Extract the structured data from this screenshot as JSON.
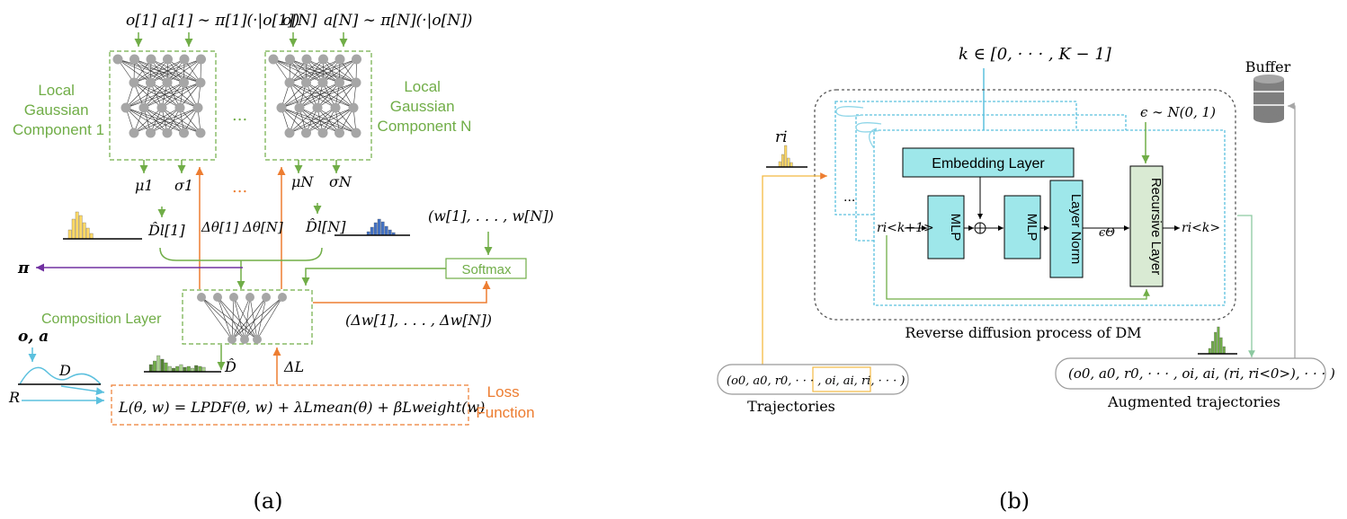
{
  "panel_a": {
    "caption": "(a)",
    "top_labels": {
      "o1": "o[1]",
      "a1": "a[1] ∼ π[1](·|o[1])",
      "oN": "o[N]",
      "aN": "a[N] ∼ π[N](·|o[N])"
    },
    "local_component_1": [
      "Local",
      "Gaussian",
      "Component 1"
    ],
    "local_component_n": [
      "Local",
      "Gaussian",
      "Component N"
    ],
    "ellipsis_mid": "...",
    "ellipsis_orange": "...",
    "mu1": "μ1",
    "sigma1": "σ1",
    "muN": "μN",
    "sigmaN": "σN",
    "d_hat_1": "D̂l[1]",
    "d_hat_n": "D̂l[N]",
    "delta_theta_1": "Δθ[1]",
    "delta_theta_n": "Δθ[N]",
    "weights": "(w[1], . . . , w[N])",
    "softmax": "Softmax",
    "pi": "π",
    "composition_layer": "Composition Layer",
    "delta_w": "(Δw[1], . . . , Δw[N])",
    "o_a": "o, a",
    "d_label": "D",
    "r_label": "R",
    "d_hat": "D̂",
    "delta_l": "ΔL",
    "loss_eq": "L(θ, w) = LPDF(θ, w) + λLmean(θ) + βLweight(w)",
    "loss_function": [
      "Loss",
      "Function"
    ]
  },
  "panel_b": {
    "caption": "(b)",
    "k_range": "k ∈ [0, · · · , K − 1]",
    "buffer": "Buffer",
    "epsilon": "ϵ ∼ N(0, 1)",
    "r_i": "ri",
    "embedding_layer": "Embedding Layer",
    "mlp1": "MLP",
    "mlp2": "MLP",
    "layer_norm": "Layer Norm",
    "recursive_layer": "Recursive Layer",
    "r_k1": "ri<k+1>",
    "r_k": "ri<k>",
    "eps_theta": "ϵΘ",
    "dots": "...",
    "reverse_diffusion": "Reverse diffusion process of DM",
    "trajectories_seq": "(o0, a0, r0, · · · , oi, ai, ri, · · · )",
    "trajectories": "Trajectories",
    "augmented_seq": "(o0, a0, r0, · · · , oi, ai, (ri, ri<0>), · · · )",
    "augmented": "Augmented trajectories"
  },
  "colors": {
    "green": "#70ad47",
    "orange": "#ed7d31",
    "cyan": "#5bc0de",
    "purple": "#7030a0",
    "gray_node": "#a6a6a6",
    "cyan_fill": "#9ee7ea",
    "green_fill": "#d9ead3",
    "yellow_bars": "#ffd966",
    "blue_bars": "#4472c4",
    "dark_green_bars": "#548235",
    "mid_green_bars": "#70ad47",
    "light_green_bars": "#a9d18e",
    "gray_line": "#a6a6a6"
  }
}
